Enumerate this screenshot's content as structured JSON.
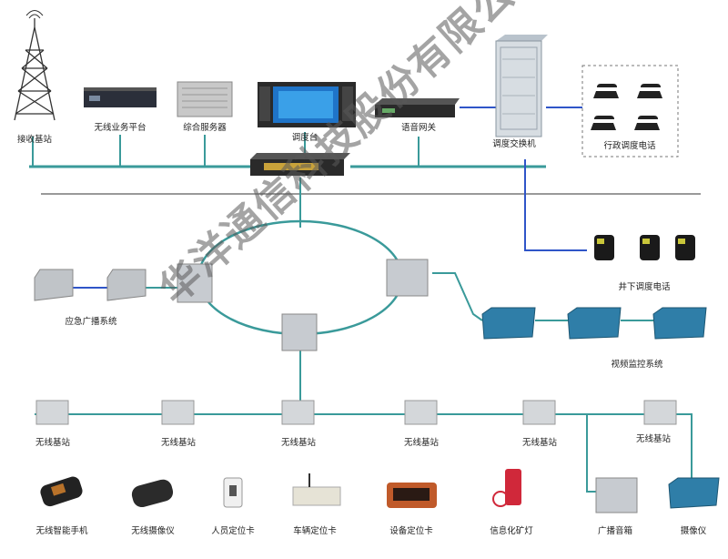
{
  "top": {
    "tower": "接收基站",
    "wireless_platform": "无线业务平台",
    "server": "综合服务器",
    "console": "调度台",
    "gateway": "语音网关",
    "switch_cabinet": "调度交换机",
    "admin_phones": "行政调度电话"
  },
  "middle": {
    "underground_phones": "井下调度电话",
    "emergency_broadcast": "应急广播系统",
    "video_monitor": "视频监控系统"
  },
  "base_stations": [
    "无线基站",
    "无线基站",
    "无线基站",
    "无线基站",
    "无线基站",
    "无线基站"
  ],
  "terminals": {
    "smart_phone": "无线智能手机",
    "recorder": "无线摄像仪",
    "personnel_card": "人员定位卡",
    "vehicle_card": "车辆定位卡",
    "equipment_card": "设备定位卡",
    "lamp": "信息化矿灯",
    "speaker": "广播音箱",
    "sensor": "摄像仪"
  },
  "watermark": "华洋通信科技股份有限公司",
  "colors": {
    "line": "#3a9a9a",
    "ring": "#3a9a9a",
    "blue_line": "#2f55c8",
    "device_blue": "#2f7ea8"
  }
}
